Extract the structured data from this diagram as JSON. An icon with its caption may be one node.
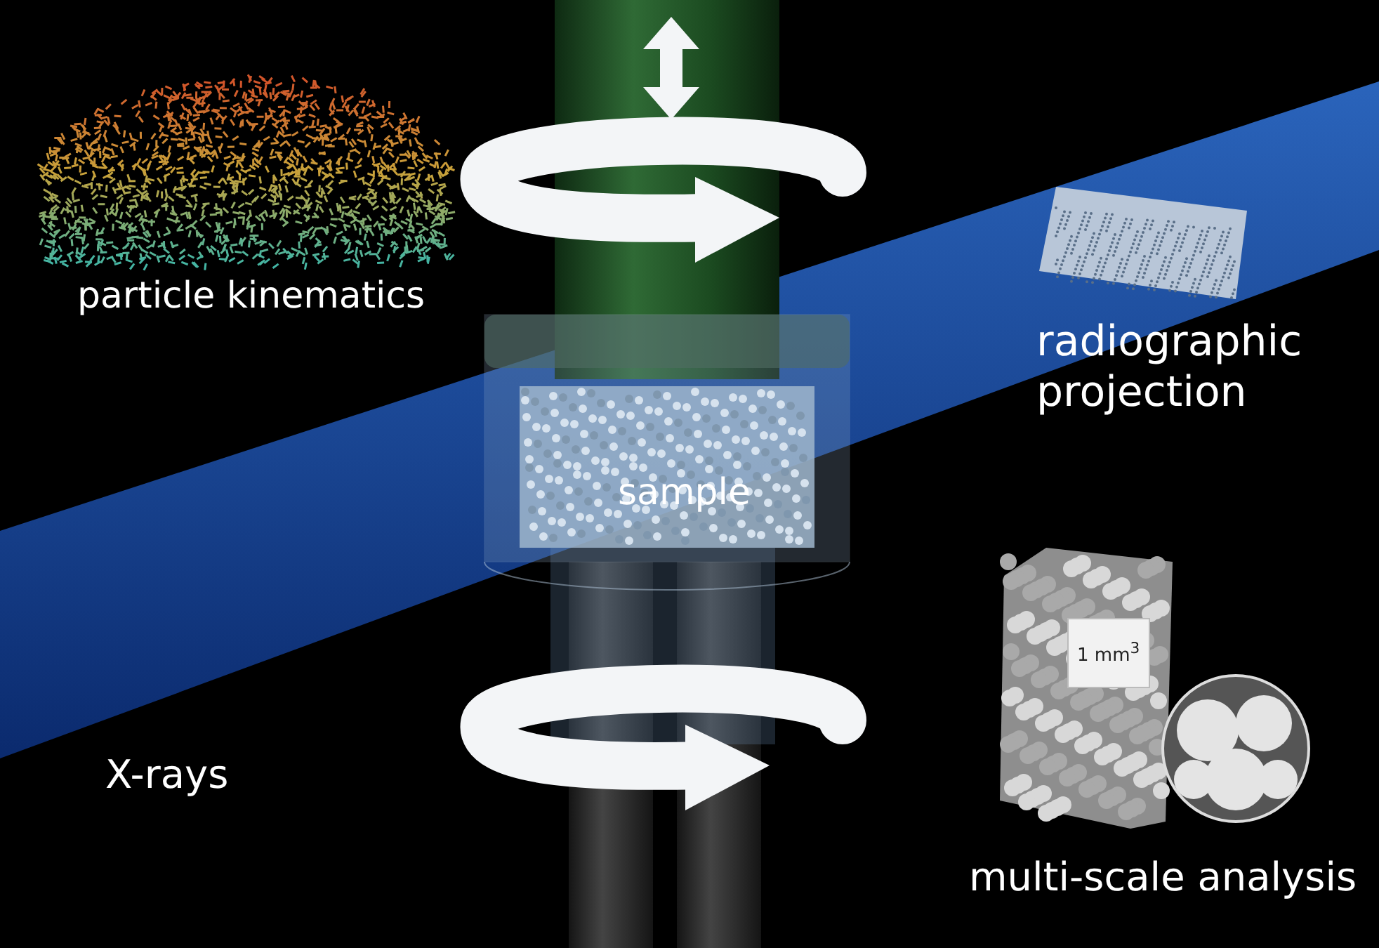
{
  "diagram": {
    "labels": [
      "particle kinematics",
      "radiographic projection",
      "sample",
      "1 mm$^{3}$",
      "X-rays",
      "multi-scale analysis"
    ]
  }
}
